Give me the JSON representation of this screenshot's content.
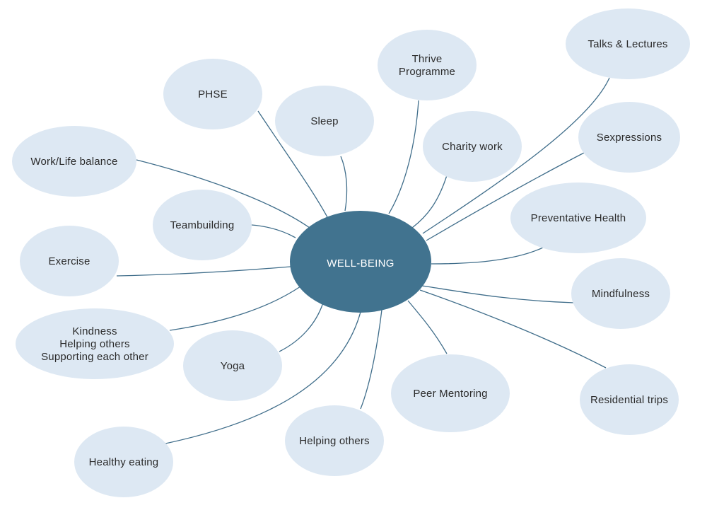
{
  "center": {
    "label": "WELL-BEING",
    "color": "#41738f"
  },
  "node_color": "#dde8f3",
  "line_color": "#3f6d8a",
  "nodes": [
    {
      "id": "phse",
      "lines": [
        "PHSE"
      ]
    },
    {
      "id": "sleep",
      "lines": [
        "Sleep"
      ]
    },
    {
      "id": "thrive-programme",
      "lines": [
        "Thrive",
        "Programme"
      ]
    },
    {
      "id": "talks-lectures",
      "lines": [
        "Talks & Lectures"
      ]
    },
    {
      "id": "charity-work",
      "lines": [
        "Charity work"
      ]
    },
    {
      "id": "sexpressions",
      "lines": [
        "Sexpressions"
      ]
    },
    {
      "id": "work-life-balance",
      "lines": [
        "Work/Life balance"
      ]
    },
    {
      "id": "teambuilding",
      "lines": [
        "Teambuilding"
      ]
    },
    {
      "id": "preventative-health",
      "lines": [
        "Preventative Health"
      ]
    },
    {
      "id": "exercise",
      "lines": [
        "Exercise"
      ]
    },
    {
      "id": "mindfulness",
      "lines": [
        "Mindfulness"
      ]
    },
    {
      "id": "kindness",
      "lines": [
        "Kindness",
        "Helping others",
        "Supporting each other"
      ]
    },
    {
      "id": "yoga",
      "lines": [
        "Yoga"
      ]
    },
    {
      "id": "peer-mentoring",
      "lines": [
        "Peer Mentoring"
      ]
    },
    {
      "id": "residential-trips",
      "lines": [
        "Residential trips"
      ]
    },
    {
      "id": "helping-others",
      "lines": [
        "Helping others"
      ]
    },
    {
      "id": "healthy-eating",
      "lines": [
        "Healthy eating"
      ]
    }
  ]
}
